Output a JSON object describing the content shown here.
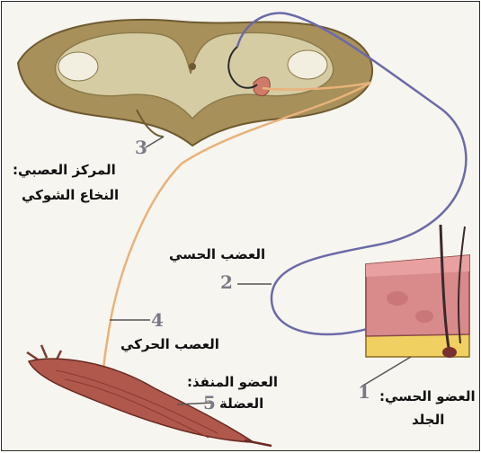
{
  "labels": {
    "center_title": "المركز العصبي:",
    "center_name": "النخاع الشوكي",
    "sensory_nerve": "العضب الحسي",
    "motor_nerve": "العصب الحركي",
    "effector_title": "العضو المنفذ:",
    "effector_name": "العضلة",
    "receptor_title": "العضو الحسي:",
    "receptor_name": "الجلد"
  },
  "numbers": {
    "n1": "1",
    "n2": "2",
    "n3": "3",
    "n4": "4",
    "n5": "5"
  },
  "colors": {
    "sensory_nerve": "#6b6aa8",
    "motor_nerve": "#e8b27a",
    "spinal_white_matter": "#a8905a",
    "spinal_grey_matter": "#d9d0a8",
    "muscle": "#b0584c",
    "skin": "#d98a8a",
    "fat": "#f0d060"
  }
}
